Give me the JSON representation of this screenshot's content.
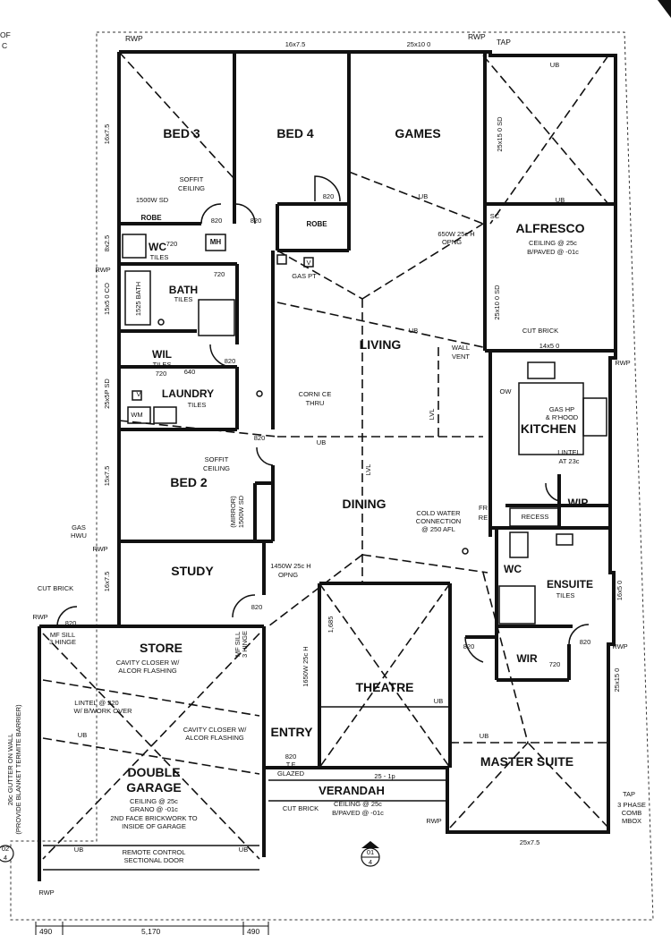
{
  "rooms": {
    "bed3": "BED 3",
    "bed4": "BED 4",
    "games": "GAMES",
    "alfresco": "ALFRESCO",
    "living": "LIVING",
    "kitchen": "KITCHEN",
    "laundry": "LAUNDRY",
    "bed2": "BED 2",
    "dining": "DINING",
    "study": "STUDY",
    "store": "STORE",
    "theatre": "THEATRE",
    "entry": "ENTRY",
    "master": "MASTER SUITE",
    "double_garage_1": "DOUBLE",
    "double_garage_2": "GARAGE",
    "verandah": "VERANDAH",
    "ensuite": "ENSUITE",
    "wir": "WIR",
    "wil": "WIL",
    "bath": "BATH",
    "wc1": "WC",
    "wc2": "WC",
    "wip": "WIP",
    "robe1": "ROBE",
    "robe2": "ROBE",
    "mh": "MH"
  },
  "notes": {
    "rwp": "RWP",
    "tap": "TAP",
    "dim_top1": "16x7.5",
    "dim_top2": "25x10 0",
    "dim_left1": "16x7.5",
    "dim_left2": "8x2.5",
    "dim_left3": "15x5 0 CO",
    "dim_left4": "25x5P SD",
    "dim_left5": "15x7.5",
    "dim_left6": "16x7.5",
    "dim_right1": "25x15 0 SD",
    "dim_right2": "25x10 0 SD",
    "dim_right3": "16x5 0",
    "dim_right4": "25x15 0",
    "dim_bottom": "25x7.5",
    "dim_kitchen": "14x5 0",
    "dim_ver": "25 - 1p",
    "soffit1": "SOFFIT",
    "ceiling1": "CEILING",
    "sd1500": "1500W SD",
    "sd1500b": "1500W SD",
    "mirror": "(MIRROR)",
    "tiles": "TILES",
    "ub": "UB",
    "sc": "SC",
    "alfresco_c1": "CEILING @ 25c",
    "alfresco_c2": "B/PAVED @ -01c",
    "opng650": "650W 25c H",
    "opng": "OPNG",
    "gaspt": "GAS PT",
    "cornice1": "CORNI CE",
    "cornice2": "THRU",
    "wallvent1": "WALL",
    "wallvent2": "VENT",
    "cutbrick": "CUT BRICK",
    "gashp1": "GAS HP",
    "gashp2": "& R'HOOD",
    "lintel1": "LINTEL",
    "lintel2": "AT 23c",
    "cold1": "COLD WATER",
    "cold2": "CONNECTION",
    "cold3": "@ 250 AFL",
    "recess": "RECESS",
    "gashwu1": "GAS",
    "gashwu2": "HWU",
    "opng1450": "1450W 25c H",
    "opng1650": "1650W 25c H",
    "d1685": "1,685",
    "mfsill": "MF SILL",
    "hinge3": "3 HINGE",
    "mfsill2": "MF SILL",
    "hinge3b": "3 HINGE",
    "cavity1": "CAVITY CLOSER W/",
    "cavity2": "ALCOR FLASHING",
    "cavity3": "CAVITY CLOSER W/",
    "cavity4": "ALCOR FLASHING",
    "lintel220": "LINTEL @ 220",
    "bwork": "W/ B/WORK OVER",
    "garage_c1": "CEILING @ 25c",
    "garage_c2": "GRANO @ -01c",
    "garage_c3": "2ND FACE BRICKWORK TO",
    "garage_c4": "INSIDE OF GARAGE",
    "remote1": "REMOTE CONTROL",
    "remote2": "SECTIONAL DOOR",
    "gutter1": "26c GUTTER ON WALL",
    "gutter2": "(PROVIDE BLANKET TERMITE BARRIER)",
    "glazed": "GLAZED",
    "ver_c1": "CEILING @ 25c",
    "ver_c2": "B/PAVED @ -01c",
    "phase1": "3 PHASE",
    "phase2": "COMB",
    "phase3": "MBOX",
    "d820": "820",
    "d720": "720",
    "d640": "640",
    "tf": "T.F",
    "ow": "OW",
    "fr": "FR",
    "re": "RE",
    "wm": "WM",
    "v": "V",
    "section": "01",
    "section_b": "4",
    "left_sec": "02",
    "bot1": "490",
    "bot2": "5,170",
    "bot3": "490",
    "corner1": "OF",
    "corner2": "C",
    "bath1525": "1525 BATH",
    "lvl": "LVL"
  }
}
